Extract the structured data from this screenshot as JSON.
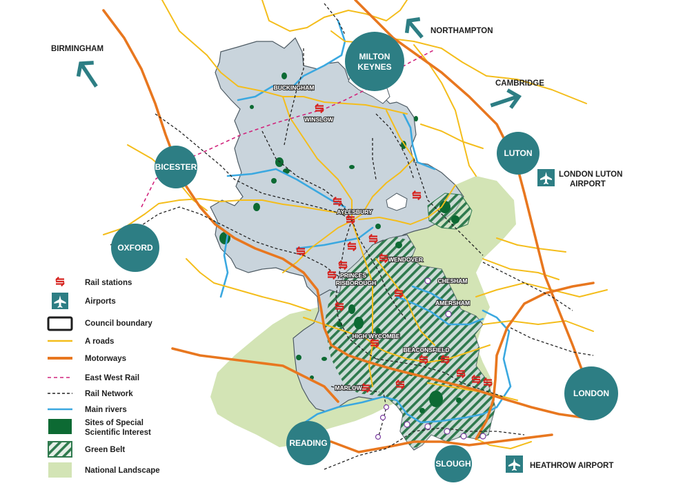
{
  "colors": {
    "county_fill": "#c9d4dc",
    "national_landscape": "#d3e4b5",
    "green_belt": "#2f7a4e",
    "sssi": "#0d6a33",
    "a_roads": "#f4bd1b",
    "motorways": "#e8771f",
    "east_west_rail": "#d1237c",
    "rail_network": "#222222",
    "rivers": "#3aa8e0",
    "circle": "#2d7e84",
    "rail_station": "#d6231f",
    "airport_icon": "#2d7e84"
  },
  "circles": {
    "milton_keynes": [
      "MILTON",
      "KEYNES"
    ],
    "bicester": "BICESTER",
    "oxford": "OXFORD",
    "luton": "LUTON",
    "london": "LONDON",
    "reading": "READING",
    "slough": "SLOUGH"
  },
  "directions": {
    "northampton": "NORTHAMPTON",
    "birmingham": "BIRMINGHAM",
    "cambridge": "CAMBRIDGE"
  },
  "airports": {
    "luton": [
      "LONDON LUTON",
      "AIRPORT"
    ],
    "heathrow": "HEATHROW AIRPORT"
  },
  "towns": {
    "buckingham": "BUCKINGHAM",
    "winslow": "WINSLOW",
    "aylesbury": "AYLESBURY",
    "wendover": "WENDOVER",
    "princes_risborough": [
      "PRINCES",
      "RISBOROUGH"
    ],
    "chesham": "CHESHAM",
    "amersham": "AMERSHAM",
    "high_wycombe": "HIGH WYCOMBE",
    "beaconsfield": "BEACONSFIELD",
    "marlow": "MARLOW"
  },
  "legend": [
    {
      "key": "rail_stations",
      "label": "Rail stations"
    },
    {
      "key": "airports",
      "label": "Airports"
    },
    {
      "key": "council_boundary",
      "label": "Council boundary"
    },
    {
      "key": "a_roads",
      "label": "A roads"
    },
    {
      "key": "motorways",
      "label": "Motorways"
    },
    {
      "key": "east_west_rail",
      "label": "East West Rail"
    },
    {
      "key": "rail_network",
      "label": "Rail Network"
    },
    {
      "key": "main_rivers",
      "label": "Main rivers"
    },
    {
      "key": "sssi",
      "label": [
        "Sites of Special",
        "Scientific Interest"
      ]
    },
    {
      "key": "green_belt",
      "label": "Green Belt"
    },
    {
      "key": "national_landscape",
      "label": "National Landscape"
    }
  ]
}
